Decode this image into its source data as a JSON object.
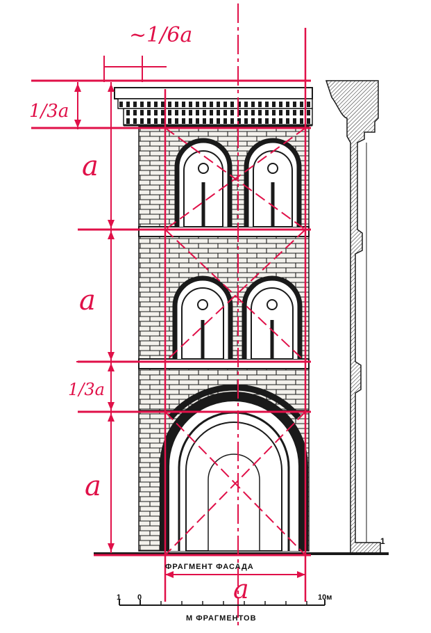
{
  "colors": {
    "ink": "#1a1a1a",
    "paper": "#ffffff",
    "annotation": "#e01048",
    "stone": "#d9d6cf"
  },
  "annotations": {
    "cornice_overhang": "~1/6a",
    "cornice_height": "1/3a",
    "upper_storey": "a",
    "middle_storey": "a",
    "band_height": "1/3a",
    "ground_storey": "a",
    "base_width": "a"
  },
  "captions": {
    "facade": "ФРАГМЕНТ ФАСАДА",
    "scale_title": "М ФРАГМЕНТОВ"
  },
  "scale_bar": {
    "ticks": [
      "1",
      "0",
      "10м"
    ]
  },
  "section_label": "1"
}
